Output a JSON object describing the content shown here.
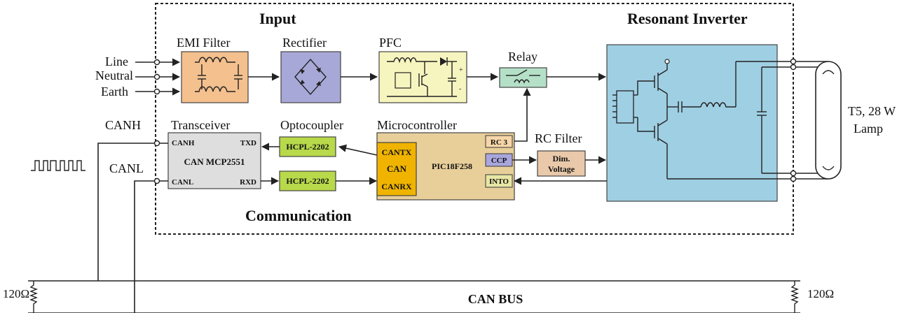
{
  "sections": {
    "input": "Input",
    "resonant_inverter": "Resonant Inverter",
    "communication": "Communication"
  },
  "inputs": {
    "line": "Line",
    "neutral": "Neutral",
    "earth": "Earth"
  },
  "blocks": {
    "emi_filter": "EMI Filter",
    "rectifier": "Rectifier",
    "pfc": "PFC",
    "relay": "Relay",
    "transceiver": "Transceiver",
    "transceiver_part": "CAN MCP2551",
    "transceiver_canh": "CANH",
    "transceiver_txd": "TXD",
    "transceiver_canl": "CANL",
    "transceiver_rxd": "RXD",
    "optocoupler": "Optocoupler",
    "opto_tx": "HCPL-2202",
    "opto_rx": "HCPL-2202",
    "microcontroller": "Microcontroller",
    "mcu_part": "PIC18F258",
    "can_tx": "CANTX",
    "can": "CAN",
    "can_rx": "CANRX",
    "rc3": "RC 3",
    "ccp": "CCP",
    "int0": "INTO",
    "rc_filter": "RC Filter",
    "dim_voltage_1": "Dim.",
    "dim_voltage_2": "Voltage"
  },
  "lamp": {
    "line1": "T5, 28 W",
    "line2": "Lamp"
  },
  "bus": {
    "canh": "CANH",
    "canl": "CANL",
    "name": "CAN BUS",
    "term_left": "120Ω",
    "term_right": "120Ω"
  },
  "colors": {
    "emi": "#f4c08e",
    "rectifier": "#a8a8d8",
    "pfc": "#f7f5bf",
    "relay": "#b5e0c8",
    "inverter": "#9fcfe3",
    "transceiver": "#dedede",
    "opto": "#b8d94a",
    "mcu": "#e8cf9a",
    "can_module": "#f0b400",
    "ccp": "#a9a6dd",
    "dim": "#e9c9a9",
    "rc3": "#f6d6a8",
    "int0": "#e7e6a4"
  }
}
